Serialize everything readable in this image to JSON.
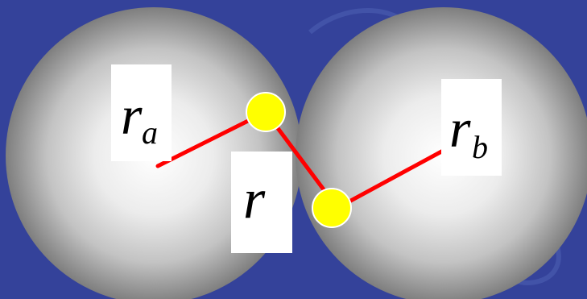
{
  "labels": {
    "ra_main": "r",
    "ra_sub": "a",
    "rb_main": "r",
    "rb_sub": "b",
    "r": "r"
  },
  "colors": {
    "background": "#34429a",
    "background_swirl": "#4c63b7",
    "sphere_center": "#ffffff",
    "sphere_mid": "#d4d4d4",
    "sphere_edge": "#7e7e7e",
    "bond": "#ff0000",
    "atom_fill": "#ffff00",
    "atom_stroke": "#ffffff",
    "label_box": "#ffffff",
    "label_text": "#000000"
  }
}
